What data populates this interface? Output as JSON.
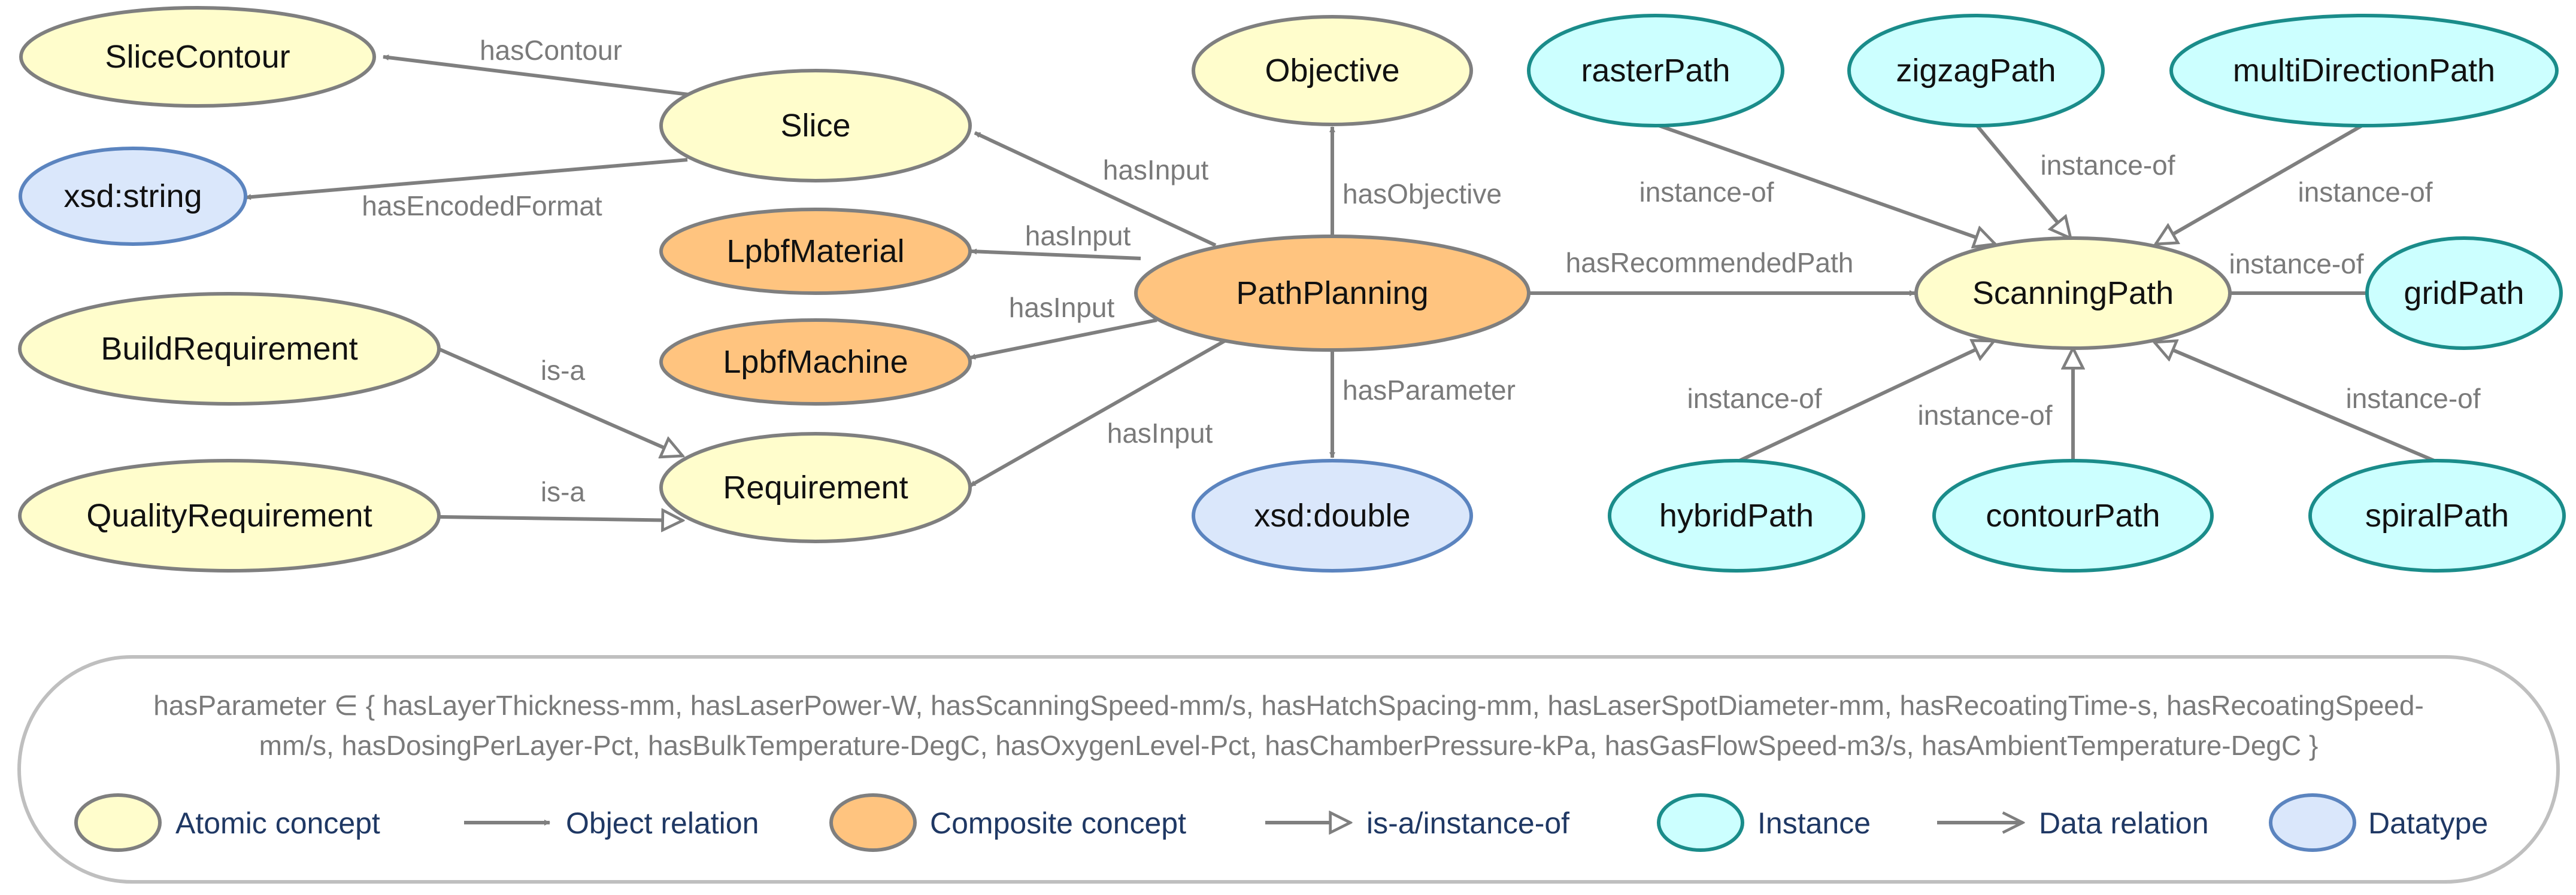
{
  "colors": {
    "atomic_fill": "#FFFDCC",
    "atomic_stroke": "#7F7F7F",
    "composite_fill": "#FFC47F",
    "composite_stroke": "#7F7F7F",
    "instance_fill": "#CCFFFF",
    "instance_stroke": "#1A8C8A",
    "datatype_fill": "#DAE7FB",
    "datatype_stroke": "#5B84BF",
    "edge": "#7F7F7F",
    "edge_label": "#7A7A7A",
    "legend_text": "#1F3864"
  },
  "nodes": {
    "slice_contour": "SliceContour",
    "slice": "Slice",
    "xsd_string": "xsd:string",
    "objective": "Objective",
    "lpbf_material": "LpbfMaterial",
    "lpbf_machine": "LpbfMachine",
    "path_planning": "PathPlanning",
    "build_requirement": "BuildRequirement",
    "quality_requirement": "QualityRequirement",
    "requirement": "Requirement",
    "xsd_double": "xsd:double",
    "raster_path": "rasterPath",
    "zigzag_path": "zigzagPath",
    "multi_direction_path": "multiDirectionPath",
    "scanning_path": "ScanningPath",
    "grid_path": "gridPath",
    "hybrid_path": "hybridPath",
    "contour_path": "contourPath",
    "spiral_path": "spiralPath"
  },
  "edges": {
    "has_contour": "hasContour",
    "has_encoded_format": "hasEncodedFormat",
    "has_input_slice": "hasInput",
    "has_input_material": "hasInput",
    "has_input_machine": "hasInput",
    "has_input_requirement": "hasInput",
    "has_objective": "hasObjective",
    "has_parameter": "hasParameter",
    "has_recommended_path": "hasRecommendedPath",
    "is_a_build": "is-a",
    "is_a_quality": "is-a",
    "instance_of_raster": "instance-of",
    "instance_of_zigzag": "instance-of",
    "instance_of_multi": "instance-of",
    "instance_of_grid": "instance-of",
    "instance_of_hybrid": "instance-of",
    "instance_of_contour": "instance-of",
    "instance_of_spiral": "instance-of"
  },
  "parameter_note": {
    "line1": "hasParameter ∈ { hasLayerThickness-mm, hasLaserPower-W, hasScanningSpeed-mm/s, hasHatchSpacing-mm, hasLaserSpotDiameter-mm, hasRecoatingTime-s, hasRecoatingSpeed-",
    "line2": "mm/s, hasDosingPerLayer-Pct, hasBulkTemperature-DegC, hasOxygenLevel-Pct, hasChamberPressure-kPa, hasGasFlowSpeed-m3/s, hasAmbientTemperature-DegC }"
  },
  "legend": {
    "atomic_concept": "Atomic concept",
    "object_relation": "Object relation",
    "composite_concept": "Composite concept",
    "is_a_instance_of": "is-a/instance-of",
    "instance": "Instance",
    "data_relation": "Data relation",
    "datatype": "Datatype"
  }
}
